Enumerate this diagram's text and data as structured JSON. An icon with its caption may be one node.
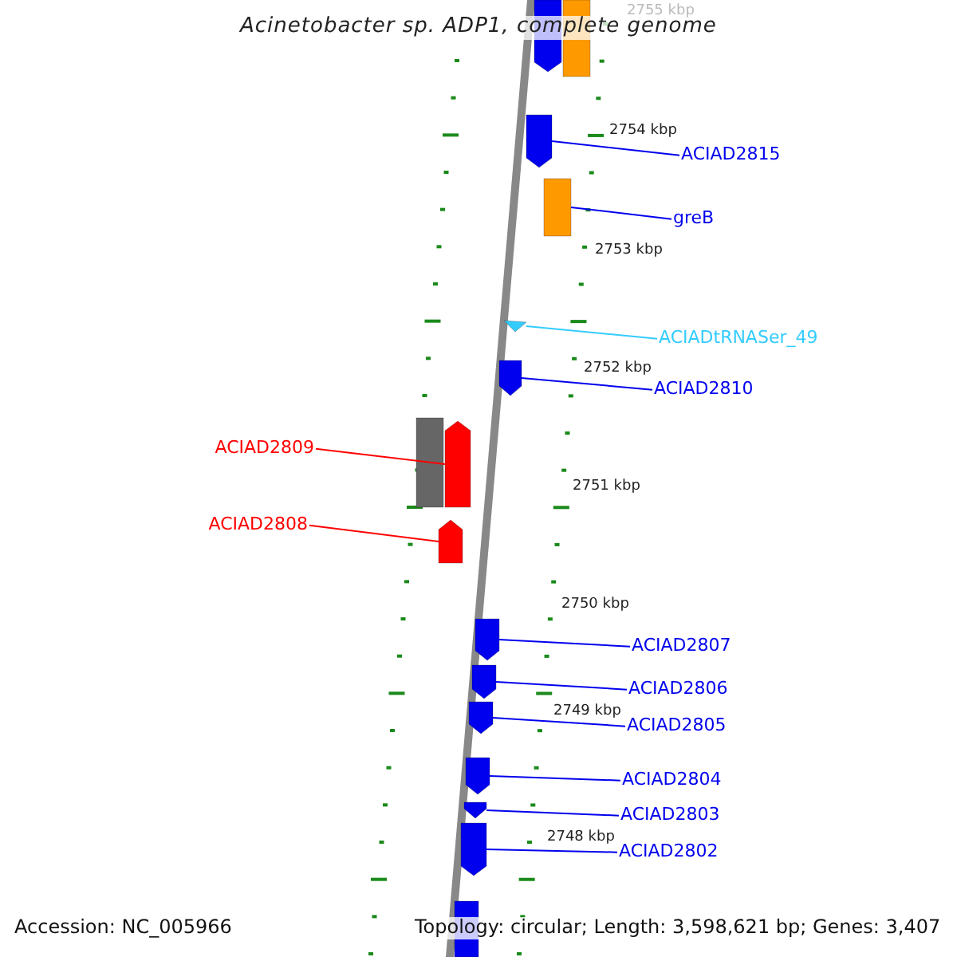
{
  "diagram": {
    "title": "Acinetobacter sp. ADP1, complete genome",
    "nodes": [
      {
        "text": [
          "ACIAD2815"
        ]
      },
      {
        "text": [
          "greB"
        ]
      },
      {
        "text": [
          "ACIADtRNASer_49"
        ]
      },
      {
        "text": [
          "ACIAD2810"
        ]
      },
      {
        "text": [
          "ACIAD2809"
        ]
      },
      {
        "text": [
          "ACIAD2808"
        ]
      },
      {
        "text": [
          "ACIAD2807"
        ]
      },
      {
        "text": [
          "ACIAD2806"
        ]
      },
      {
        "text": [
          "ACIAD2805"
        ]
      },
      {
        "text": [
          "ACIAD2804"
        ]
      },
      {
        "text": [
          "ACIAD2803"
        ]
      },
      {
        "text": [
          "ACIAD2802"
        ]
      },
      {
        "text": [],
        "shape": "arrow"
      },
      {
        "text": [],
        "shape": "box"
      },
      {
        "text": [],
        "shape": "triangle"
      },
      {
        "text": [],
        "shape": "arrow"
      },
      {
        "text": [],
        "shape": "arrow"
      },
      {
        "text": [],
        "shape": "arrow"
      },
      {
        "text": [],
        "shape": "arrow"
      },
      {
        "text": [],
        "shape": "arrow"
      },
      {
        "text": [],
        "shape": "arrow"
      },
      {
        "text": [],
        "shape": "arrow"
      },
      {
        "text": [],
        "shape": "arrow"
      },
      {
        "text": [],
        "shape": "arrow"
      }
    ],
    "edges": [
      {
        "from": 0,
        "to": 12,
        "arrow": "none"
      },
      {
        "from": 1,
        "to": 13,
        "arrow": "none"
      },
      {
        "from": 2,
        "to": 14,
        "arrow": "none",
        "color": "#33ccff"
      },
      {
        "from": 3,
        "to": 15,
        "arrow": "none"
      },
      {
        "from": 4,
        "to": 16,
        "arrow": "none",
        "color": "#ff0000"
      },
      {
        "from": 5,
        "to": 17,
        "arrow": "none",
        "color": "#ff0000"
      },
      {
        "from": 6,
        "to": 18,
        "arrow": "none"
      },
      {
        "from": 7,
        "to": 19,
        "arrow": "none"
      },
      {
        "from": 8,
        "to": 20,
        "arrow": "none"
      },
      {
        "from": 9,
        "to": 21,
        "arrow": "none"
      },
      {
        "from": 10,
        "to": 22,
        "arrow": "none"
      },
      {
        "from": 11,
        "to": 23,
        "arrow": "none"
      }
    ],
    "labels": [
      "2755 kbp",
      "2754 kbp",
      "2753 kbp",
      "2752 kbp",
      "2751 kbp",
      "2750 kbp",
      "2749 kbp",
      "2748 kbp",
      "Accession: NC_005966",
      "Topology: circular; Length: 3,598,621 bp; Genes: 3,407"
    ]
  }
}
